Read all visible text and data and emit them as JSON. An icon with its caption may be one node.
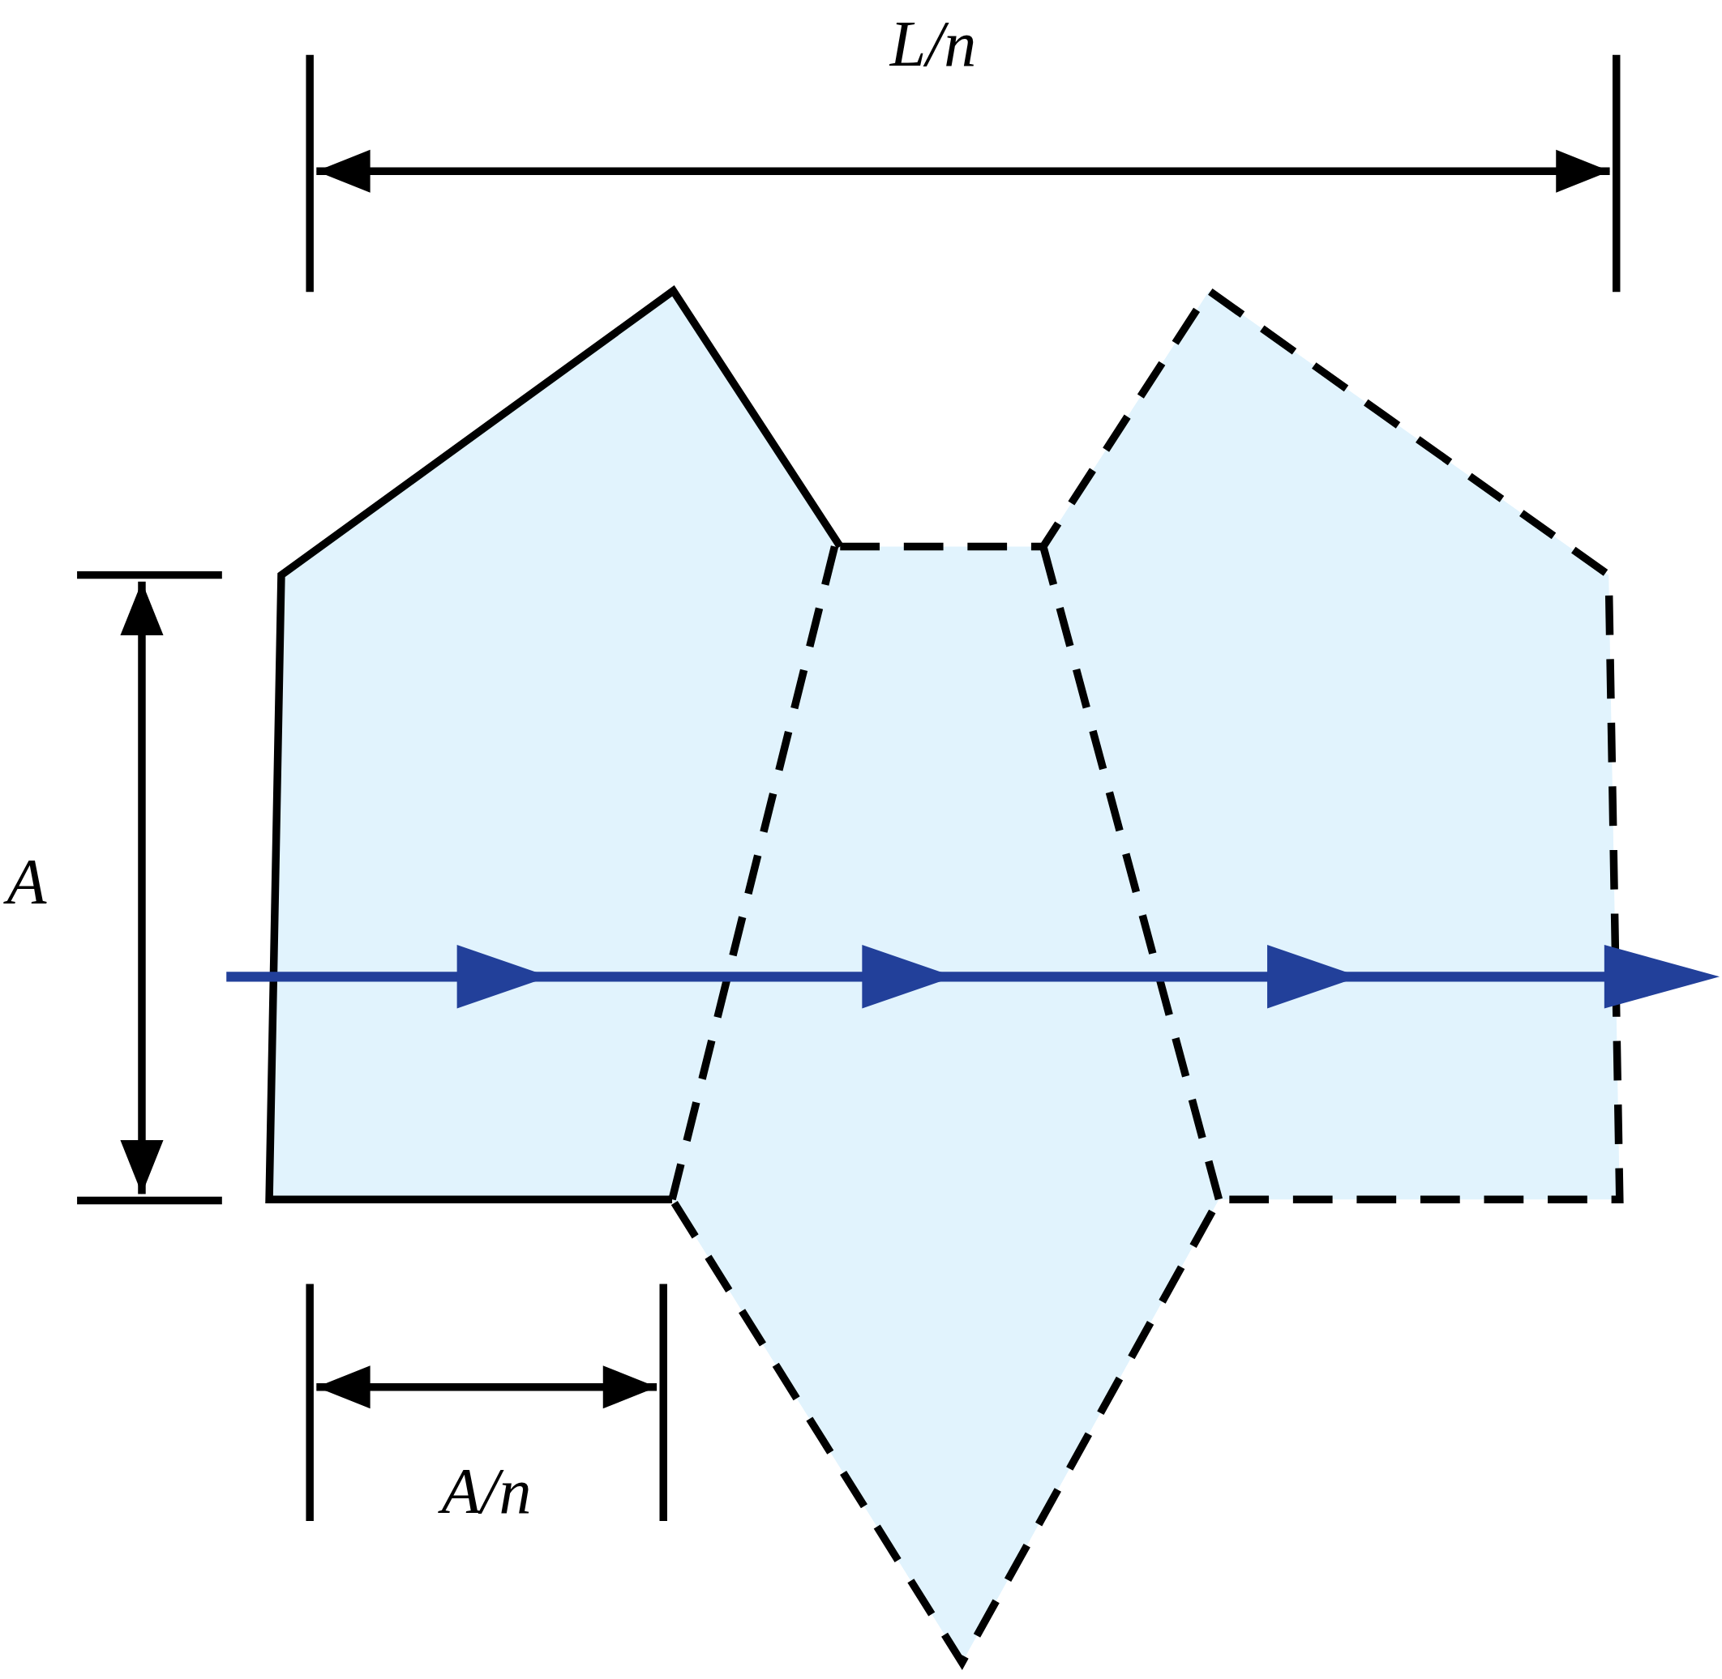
{
  "diagram": {
    "labels": [
      "L/n",
      "A",
      "A/n"
    ]
  }
}
